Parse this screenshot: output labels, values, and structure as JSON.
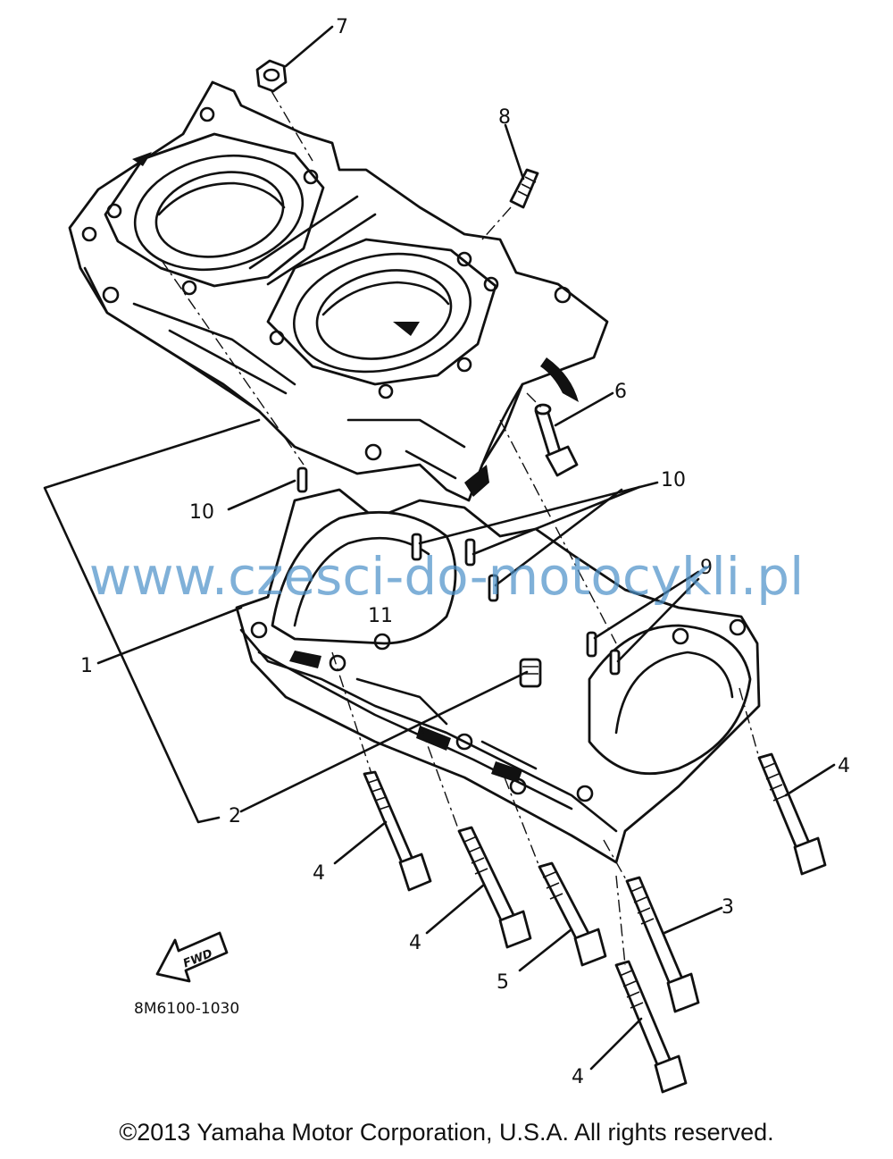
{
  "callouts": {
    "c1": "1",
    "c2": "2",
    "c3": "3",
    "c4a": "4",
    "c4b": "4",
    "c4c": "4",
    "c4d": "4",
    "c5": "5",
    "c6": "6",
    "c7": "7",
    "c8": "8",
    "c9": "9",
    "c10a": "10",
    "c10b": "10",
    "c11": "11"
  },
  "diagram_code": "8M6100-1030",
  "fwd_label": "FWD",
  "watermark": "www.czesci-do-motocykli.pl",
  "copyright": "©2013 Yamaha Motor Corporation, U.S.A. All rights reserved.",
  "colors": {
    "line": "#111111",
    "watermark": "#4a90c8",
    "background": "#ffffff"
  }
}
